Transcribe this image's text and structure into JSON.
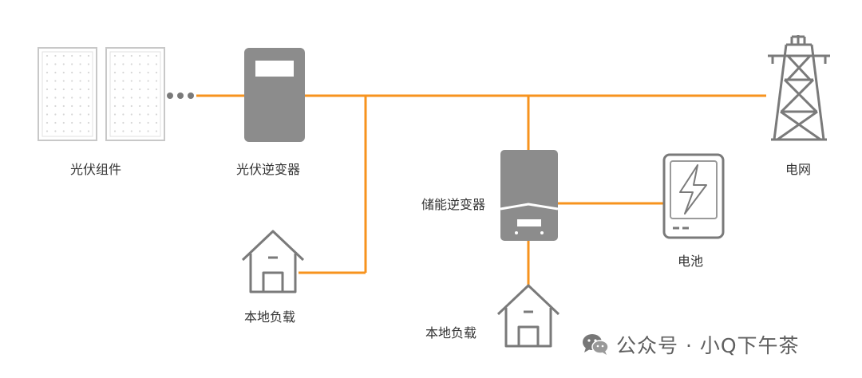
{
  "colors": {
    "line": "#f7931e",
    "device": "#8c8c8c",
    "outline": "#7a7a7a",
    "panel_border": "#c8c8c8"
  },
  "labels": {
    "pv_modules": "光伏组件",
    "pv_inverter": "光伏逆变器",
    "grid": "电网",
    "storage_inverter": "储能逆变器",
    "battery": "电池",
    "local_load_left": "本地负载",
    "local_load_bottom": "本地负载"
  },
  "icons": {
    "pv_panel": "solar-panel-icon",
    "inverter": "inverter-icon",
    "tower": "transmission-tower-icon",
    "battery": "battery-lightning-icon",
    "house": "house-icon",
    "wechat": "wechat-icon"
  },
  "watermark": {
    "text": "公众号 · 小Q下午茶"
  }
}
